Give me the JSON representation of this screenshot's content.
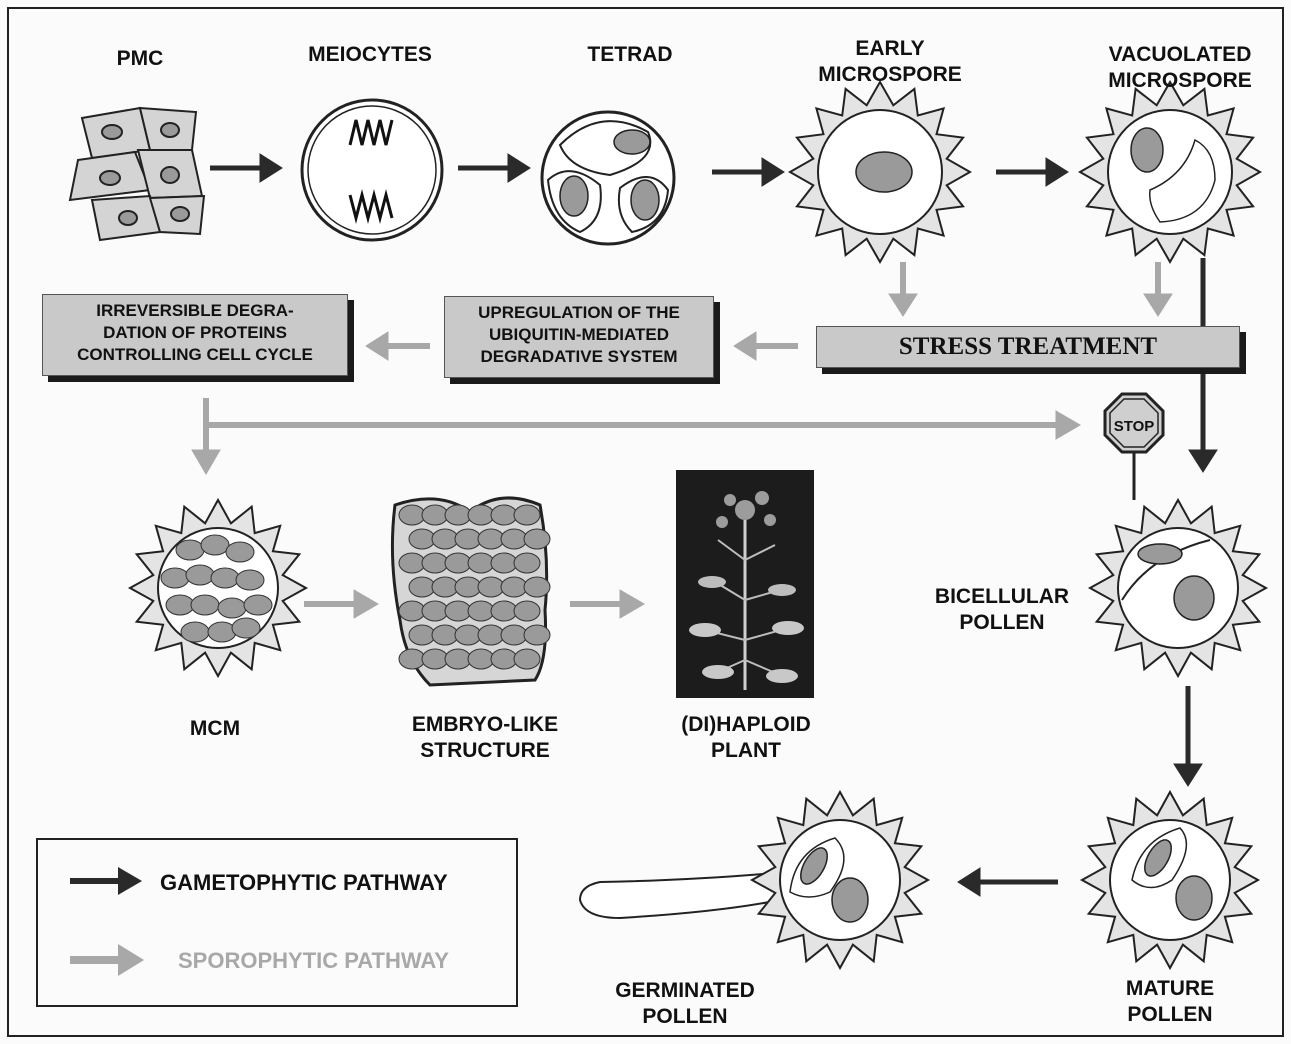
{
  "stages": {
    "pmc": "PMC",
    "meiocytes": "MEIOCYTES",
    "tetrad": "TETRAD",
    "early_microspore": [
      "EARLY",
      "MICROSPORE"
    ],
    "vacuolated_microspore": [
      "VACUOLATED",
      "MICROSPORE"
    ],
    "bicellular_pollen": [
      "BICELLULAR",
      "POLLEN"
    ],
    "mature_pollen": [
      "MATURE",
      "POLLEN"
    ],
    "germinated_pollen": [
      "GERMINATED",
      "POLLEN"
    ],
    "mcm": "MCM",
    "embryo_like": [
      "EMBRYO-LIKE",
      "STRUCTURE"
    ],
    "dihaploid_plant": [
      "(DI)HAPLOID",
      "PLANT"
    ]
  },
  "boxes": {
    "irreversible": [
      "IRREVERSIBLE DEGRA-",
      "DATION OF PROTEINS",
      "CONTROLLING CELL CYCLE"
    ],
    "upregulation": [
      "UPREGULATION OF THE",
      "UBIQUITIN-MEDIATED",
      "DEGRADATIVE SYSTEM"
    ],
    "stress": "STRESS TREATMENT"
  },
  "stop_sign": "STOP",
  "legend": {
    "gametophytic": "GAMETOPHYTIC PATHWAY",
    "sporophytic": "SPOROPHYTIC PATHWAY"
  },
  "colors": {
    "gametophytic_arrow": "#2a2a2a",
    "sporophytic_arrow": "#a8a8a8",
    "box_fill": "#c9c9c9",
    "nucleus_fill": "#9a9a9a"
  }
}
